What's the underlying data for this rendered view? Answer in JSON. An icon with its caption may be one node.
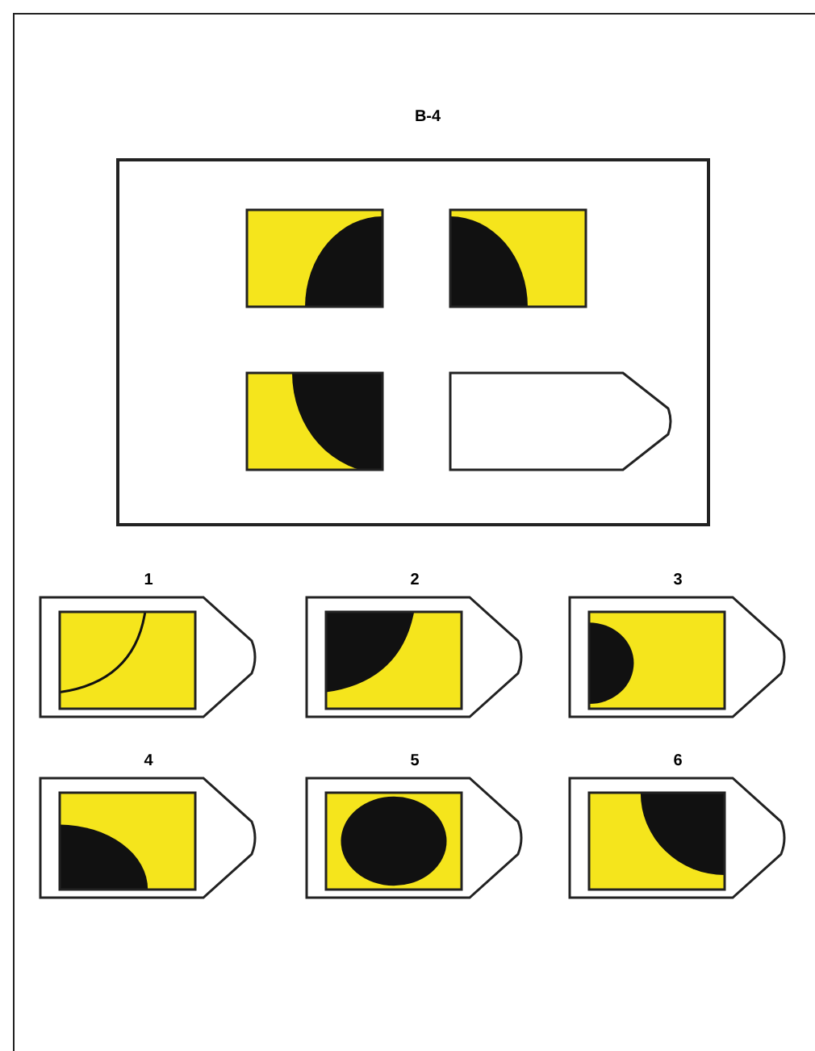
{
  "diagram": {
    "title": "B-4",
    "nodes": [
      {
        "text": [
          "1"
        ]
      },
      {
        "text": [
          "2"
        ]
      },
      {
        "text": [
          "3"
        ]
      },
      {
        "text": [
          "4"
        ]
      },
      {
        "text": [
          "5"
        ]
      },
      {
        "text": [
          "6"
        ]
      }
    ]
  }
}
